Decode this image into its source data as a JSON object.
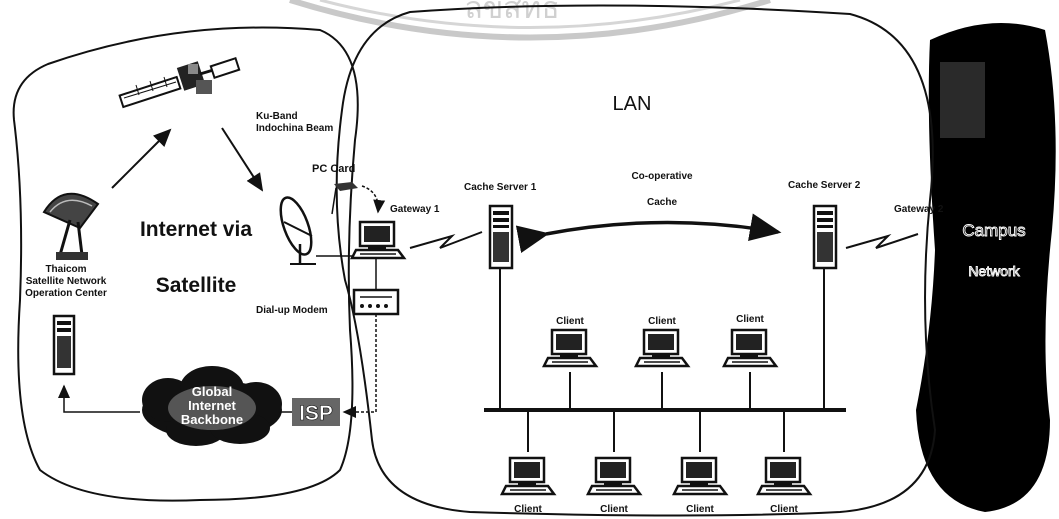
{
  "diagram": {
    "watermark": "ลิขสิทธิ์",
    "lan_label": "LAN",
    "satellite_zone": {
      "title_line1": "Internet via",
      "title_line2": "Satellite",
      "ku_band_line1": "Ku-Band",
      "ku_band_line2": "Indochina Beam",
      "pc_card": "PC Card",
      "gateway1": "Gateway 1",
      "dialup_modem": "Dial-up Modem",
      "thaicom_line1": "Thaicom",
      "thaicom_line2": "Satellite Network",
      "thaicom_line3": "Operation Center",
      "isp": "ISP",
      "backbone_line1": "Global",
      "backbone_line2": "Internet",
      "backbone_line3": "Backbone"
    },
    "cache": {
      "server1": "Cache Server 1",
      "server2": "Cache Server 2",
      "coop_line1": "Co-operative",
      "coop_line2": "Cache"
    },
    "gateway2": "Gateway 2",
    "campus_line1": "Campus",
    "campus_line2": "Network",
    "clients_upper": [
      "Client",
      "Client",
      "Client"
    ],
    "clients_lower": [
      "Client",
      "Client",
      "Client",
      "Client"
    ]
  }
}
